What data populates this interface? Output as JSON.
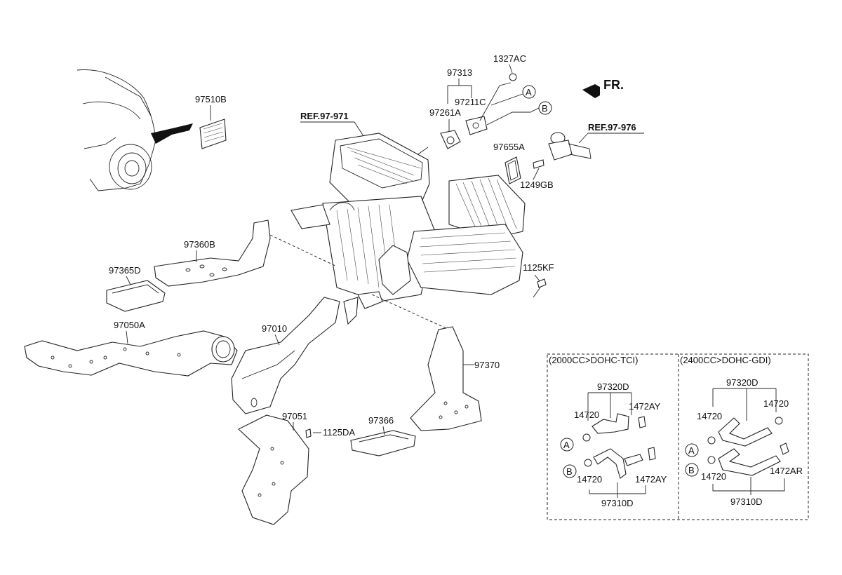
{
  "direction_label": "FR.",
  "references": {
    "ref_heater_unit": "REF.97-971",
    "ref_pipe": "REF.97-976"
  },
  "part_labels": {
    "p97510B": "97510B",
    "p97313": "97313",
    "p1327AC": "1327AC",
    "p97211C": "97211C",
    "p97261A": "97261A",
    "p97655A": "97655A",
    "p1249GB": "1249GB",
    "p97360B": "97360B",
    "p97365D": "97365D",
    "p1125KF": "1125KF",
    "p97050A": "97050A",
    "p97010": "97010",
    "p97370": "97370",
    "p97051": "97051",
    "p1125DA": "1125DA",
    "p97366": "97366"
  },
  "callouts": {
    "a": "A",
    "b": "B"
  },
  "inset_left": {
    "title": "(2000CC>DOHC-TCI)",
    "hose_upper": "97320D",
    "clamp_a": "14720",
    "clip_upper": "1472AY",
    "clamp_b": "14720",
    "clip_lower": "1472AY",
    "hose_lower": "97310D",
    "callout_a": "A",
    "callout_b": "B"
  },
  "inset_right": {
    "title": "(2400CC>DOHC-GDI)",
    "hose_upper": "97320D",
    "clamp_a": "14720",
    "clamp_a2": "14720",
    "clamp_b": "14720",
    "clip_lower": "1472AR",
    "hose_lower": "97310D",
    "callout_a": "A",
    "callout_b": "B"
  }
}
